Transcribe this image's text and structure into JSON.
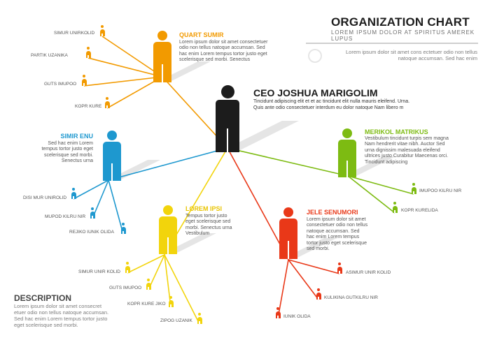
{
  "header": {
    "title": "ORGANIZATION CHART",
    "subtitle": "LOREM IPSUM DOLOR AT SPIRITUS AMEREK LUPUS",
    "description": "Lorem ipsum dolor sit amet cons ectetuer odio non tellus natoque accumsan. Sed hac enim"
  },
  "description_block": {
    "title": "DESCRIPTION",
    "text": "Lorem ipsum dolor sit amet consecret etuer odio non tellus natoque accumsan. Sed hac enim Lorem tempus tortor justo eget scelerisque sed morbi."
  },
  "colors": {
    "ceo": "#1c1c1c",
    "orange": "#f29a00",
    "blue": "#1e98cf",
    "green": "#7dbb12",
    "yellow": "#f2d40c",
    "red": "#e93818",
    "shadow": "#d0d0d0"
  },
  "ceo": {
    "name": "CEO JOSHUA MARIGOLIM",
    "bio": "Tincidunt adipiscing elit et et ac tincidunt elit nulla mauris eleifend. Urna. Quis ante odio consectetuer interdum eu dolor natoque Nam libero m",
    "icon": "person-icon"
  },
  "managers": [
    {
      "id": "quart",
      "name": "QUART SUMIR",
      "color": "#f29a00",
      "bio": "Lorem ipsum dolor sit amet consectetuer odio non tellus natoque accumsan. Sed hac enim Lorem tempus tortor justo eget scelerisque sed morbi. Senectus",
      "reports": [
        "SIMUR UNIRKOLID",
        "PARTIK UZANIKA",
        "GUTS IMUPOO",
        "KOPR KURE"
      ]
    },
    {
      "id": "simir",
      "name": "SIMIR ENU",
      "color": "#1e98cf",
      "bio": "Sed hac enim Lorem tempus tortor justo eget scelerisque sed morbi. Senectus urna",
      "reports": [
        "DISI MUR UNIROLID",
        "MUPOD KILRU NIR",
        "REJIKO IUNIK OLIDA"
      ]
    },
    {
      "id": "merikol",
      "name": "MERIKOL MATRIKUS",
      "color": "#7dbb12",
      "bio": "Vestibulum tincidunt turpis sem magna Nam hendrerit vitae nibh. Auctor Sed urna dignissim malesuada eleifend ultrices justo Curabitur Maecenas orci. Tincidunt adipiscing",
      "reports": [
        "IMUPOO KILRU NIR",
        "KOPR KURELIDA"
      ]
    },
    {
      "id": "lorem",
      "name": "LOREM IPSI",
      "color": "#f2d40c",
      "bio": "Tempus tortor justo eget scelerisque sed morbi. Senectus urna Vestibulum",
      "reports": [
        "SIMUR UNIR KOLID",
        "GUTS IMUPOO",
        "KOPR KURE JIKO",
        "ZIPOG UZANIK"
      ]
    },
    {
      "id": "jele",
      "name": "JELE SENUMORI",
      "color": "#e93818",
      "bio": "Lorem ipsum dolor sit amet consectetuer odio non tellus natoque accumsan. Sed hac enim Lorem tempus tortor justo eget scelerisque sed morbi.",
      "reports": [
        "ASIMUR UNIR KOLID",
        "KULIKINA GUTKILRU NIR",
        "IUNIK OLIDA"
      ]
    }
  ]
}
